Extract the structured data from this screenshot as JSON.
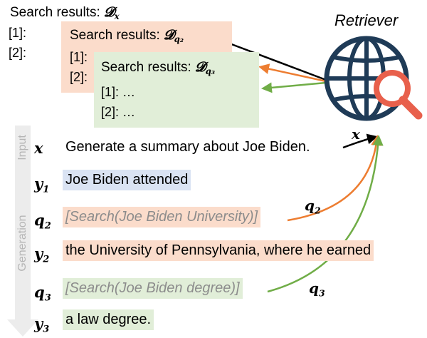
{
  "results": {
    "label": "Search results:",
    "main_symbol": "𝓓",
    "main_sub": "x",
    "items": [
      "[1]:",
      "[2]:"
    ]
  },
  "panel_q2": {
    "label": "Search results:",
    "symbol": "𝓓",
    "sub": "q₂",
    "items": [
      "[1]:",
      "[2]:"
    ]
  },
  "panel_q3": {
    "label": "Search results:",
    "symbol": "𝓓",
    "sub": "q₃",
    "items": [
      "[1]: …",
      "[2]: …"
    ]
  },
  "retriever": {
    "label": "Retriever",
    "icon": "globe-search-icon"
  },
  "side": {
    "input_label": "Input",
    "generation_label": "Generation"
  },
  "rows": {
    "x": {
      "var": "x",
      "var_sub": "",
      "text": "Generate a summary about Joe Biden."
    },
    "y1": {
      "var": "y",
      "var_sub": "1",
      "text": "Joe Biden attended"
    },
    "q2": {
      "var": "q",
      "var_sub": "2",
      "text": "[Search(Joe Biden University)]"
    },
    "y2": {
      "var": "y",
      "var_sub": "2",
      "text": "the University of Pennsylvania, where he earned"
    },
    "q3": {
      "var": "q",
      "var_sub": "3",
      "text": "[Search(Joe Biden degree)]"
    },
    "y3": {
      "var": "y",
      "var_sub": "3",
      "text": "a law degree."
    }
  },
  "edges": {
    "x_label": "x",
    "q2_label": "q",
    "q2_sub": "2",
    "q3_label": "q",
    "q3_sub": "3"
  },
  "colors": {
    "orange_bg": "#fbdccb",
    "green_bg": "#e1eed8",
    "blue_bg": "#dae3f3",
    "orange_line": "#ed7d31",
    "green_line": "#70ad47",
    "globe": "#1f3b57",
    "magnifier": "#e8604c",
    "arrow_gray": "#ececec"
  }
}
